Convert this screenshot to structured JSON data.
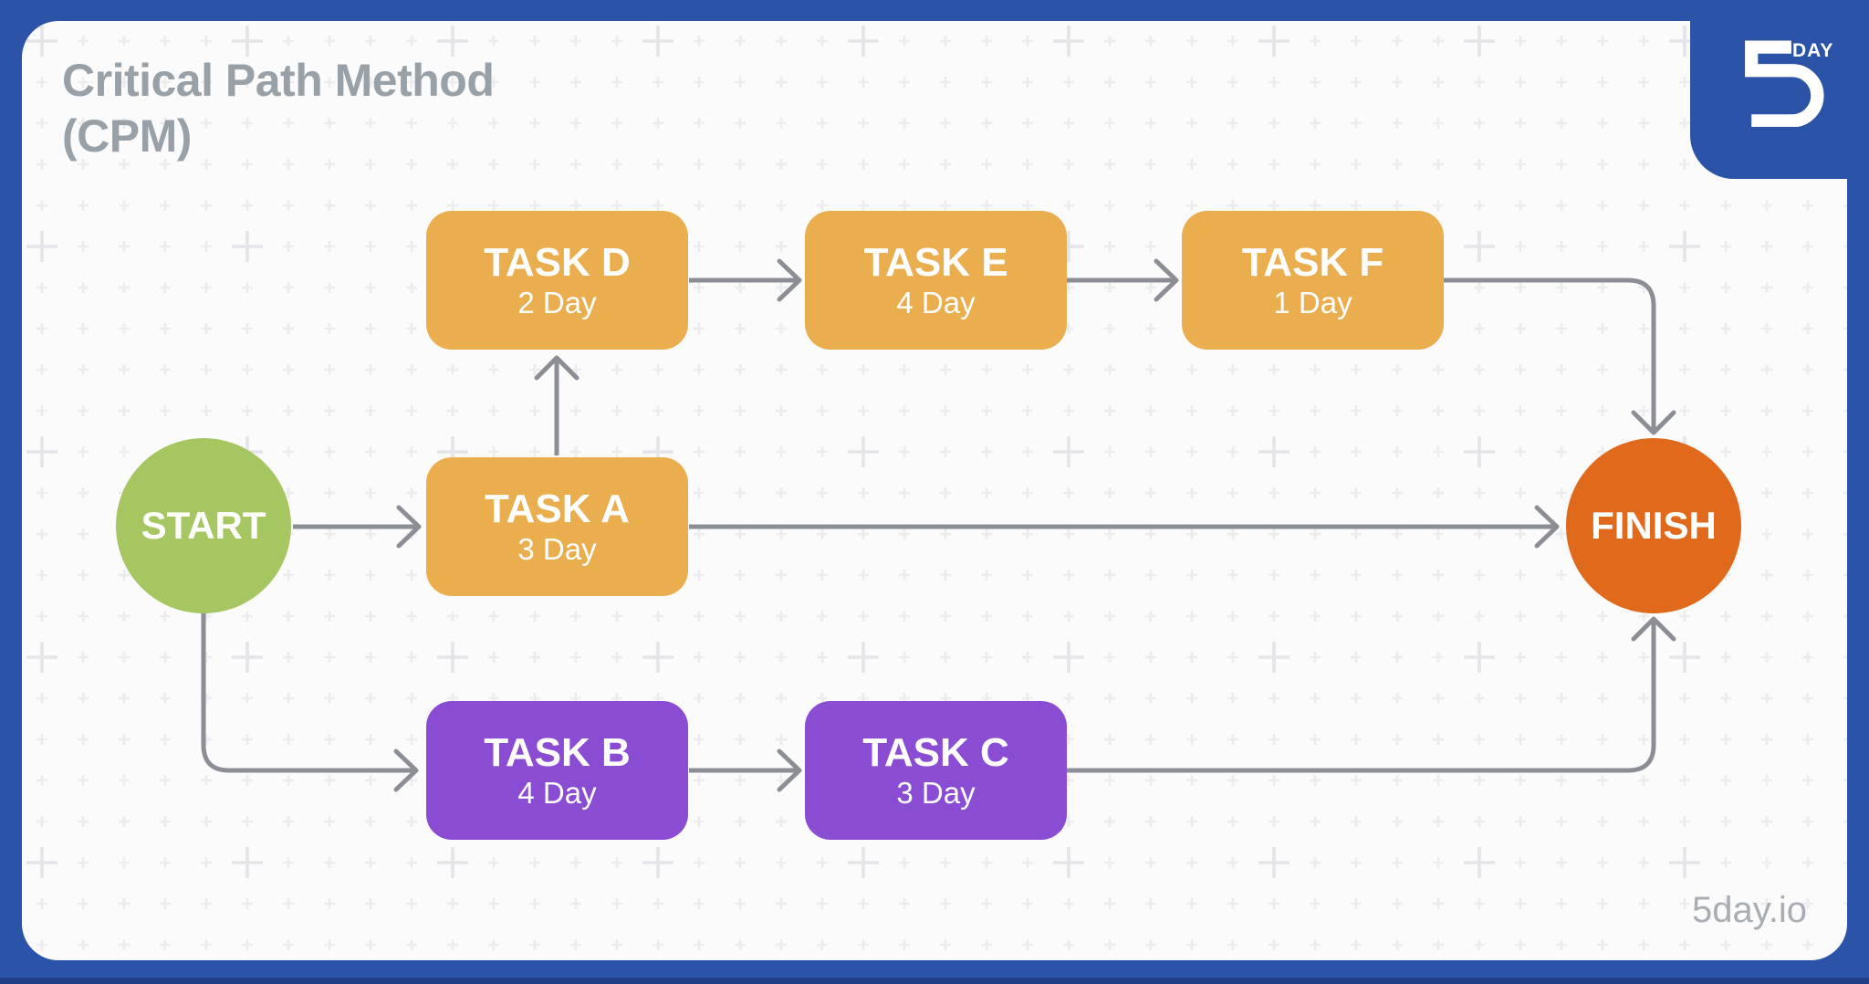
{
  "header": {
    "title_line1": "Critical Path Method",
    "title_line2": "(CPM)"
  },
  "logo": {
    "digit": "5",
    "superscript": "DAY"
  },
  "footer": {
    "watermark": "5day.io"
  },
  "diagram": {
    "start": {
      "label": "START",
      "color": "#A5C661"
    },
    "finish": {
      "label": "FINISH",
      "color": "#E0691C"
    },
    "tasks": [
      {
        "id": "D",
        "label": "TASK D",
        "duration": "2 Day",
        "color": "#EBAE4E"
      },
      {
        "id": "E",
        "label": "TASK E",
        "duration": "4 Day",
        "color": "#EBAE4E"
      },
      {
        "id": "F",
        "label": "TASK F",
        "duration": "1 Day",
        "color": "#EBAE4E"
      },
      {
        "id": "A",
        "label": "TASK A",
        "duration": "3 Day",
        "color": "#EBAE4E"
      },
      {
        "id": "B",
        "label": "TASK B",
        "duration": "4 Day",
        "color": "#8B4CD4"
      },
      {
        "id": "C",
        "label": "TASK C",
        "duration": "3 Day",
        "color": "#8B4CD4"
      }
    ],
    "edges": [
      {
        "from": "START",
        "to": "TASK A"
      },
      {
        "from": "TASK A",
        "to": "TASK D"
      },
      {
        "from": "TASK D",
        "to": "TASK E"
      },
      {
        "from": "TASK E",
        "to": "TASK F"
      },
      {
        "from": "TASK F",
        "to": "FINISH"
      },
      {
        "from": "TASK A",
        "to": "FINISH"
      },
      {
        "from": "START",
        "to": "TASK B"
      },
      {
        "from": "TASK B",
        "to": "TASK C"
      },
      {
        "from": "TASK C",
        "to": "FINISH"
      }
    ],
    "arrow_color": "#8B8E94"
  },
  "colors": {
    "frame_blue": "#2B53A8",
    "frame_bottom_edge": "#203E85",
    "panel_background": "#FBFBFC",
    "title_gray": "#98A0A8",
    "watermark_gray": "#A9ADB4",
    "pattern_plus_small": "#ECECEF",
    "pattern_plus_large": "#E4E4E9"
  }
}
